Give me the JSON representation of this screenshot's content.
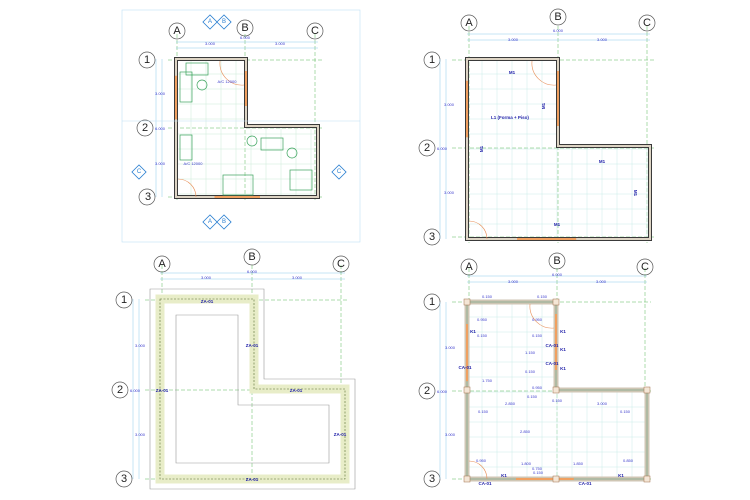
{
  "plans": [
    {
      "name": "furniture-plan",
      "grid_cols": [
        "A",
        "B",
        "C"
      ],
      "grid_rows": [
        "1",
        "2",
        "3"
      ],
      "dims": {
        "span_ab": "3.000",
        "total": "6.000",
        "span_bc": "3.000",
        "span_12": "3.000",
        "total_v": "6.000",
        "span_23": "3.000"
      },
      "view_markers": [
        "A",
        "B",
        "C",
        "C",
        "A",
        "B"
      ],
      "tags": [
        "A/C 12000",
        "A/C 12000"
      ]
    },
    {
      "name": "floor-finish-plan",
      "grid_cols": [
        "A",
        "B",
        "C"
      ],
      "grid_rows": [
        "1",
        "2",
        "3"
      ],
      "dims": {
        "span_ab": "3.000",
        "total": "6.000",
        "span_bc": "3.000",
        "span_12": "3.000",
        "total_v": "6.000",
        "span_23": "3.000"
      },
      "tags": [
        "M1",
        "M1",
        "M1",
        "M1",
        "M1",
        "M1"
      ],
      "room_label": "L1 (Forma + Piso)"
    },
    {
      "name": "foundation-plan",
      "grid_cols": [
        "A",
        "B",
        "C"
      ],
      "grid_rows": [
        "1",
        "2",
        "3"
      ],
      "dims": {
        "span_ab": "3.000",
        "total": "6.000",
        "span_bc": "3.000",
        "span_12": "3.000",
        "total_v": "6.000",
        "span_23": "3.000"
      },
      "tags": [
        "ZA-01",
        "ZA-01",
        "ZA-01",
        "ZA-01",
        "ZA-01",
        "ZA-01"
      ]
    },
    {
      "name": "structural-plan",
      "grid_cols": [
        "A",
        "B",
        "C"
      ],
      "grid_rows": [
        "1",
        "2",
        "3"
      ],
      "dims": {
        "span_ab": "3.000",
        "total": "6.000",
        "span_bc": "3.000",
        "span_12": "3.000",
        "total_v": "6.000",
        "span_23": "3.000"
      },
      "tags": [
        "CA-01",
        "CA-01",
        "CA-01",
        "CA-01",
        "CA-01",
        "K1",
        "K1",
        "K1",
        "K1",
        "K1",
        "K1"
      ],
      "inner_dims": [
        "0.150",
        "0.150",
        "0.950",
        "0.950",
        "0.150",
        "0.150",
        "1.150",
        "1.750",
        "0.150",
        "0.950",
        "0.150",
        "0.150",
        "2.850",
        "3.000",
        "0.150",
        "0.150",
        "2.850",
        "0.150",
        "0.950",
        "1.800",
        "0.750",
        "1.850",
        "0.850"
      ]
    }
  ]
}
